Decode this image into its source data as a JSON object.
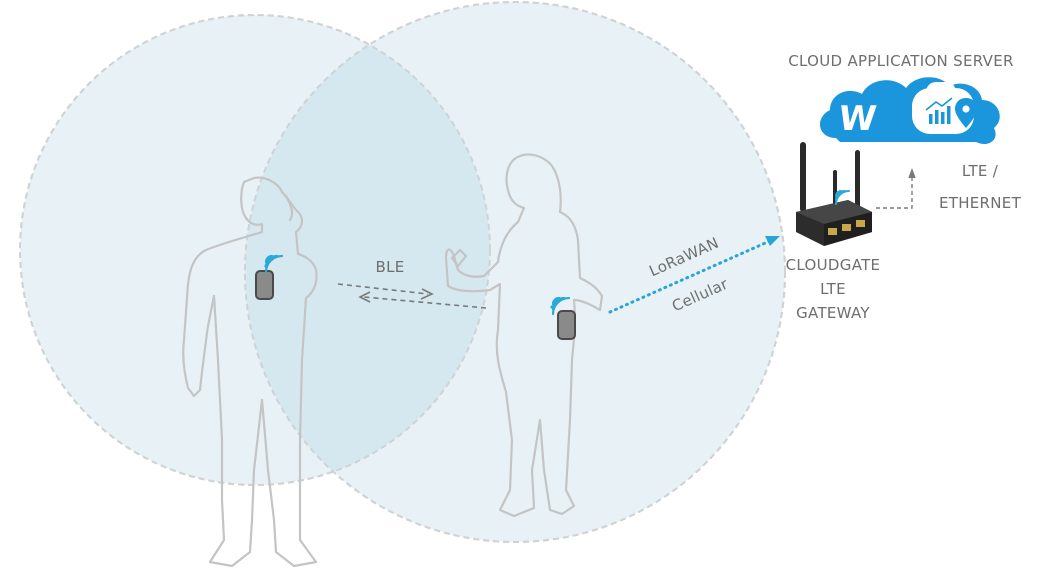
{
  "labels": {
    "cloud_server": "CLOUD APPLICATION SERVER",
    "lte_line1": "LTE /",
    "lte_line2": "ETHERNET",
    "gateway_line1": "CLOUDGATE",
    "gateway_line2": "LTE",
    "gateway_line3": "GATEWAY",
    "ble": "BLE",
    "lorawan": "LoRaWAN",
    "cellular": "Cellular"
  },
  "cloud": {
    "logo_letter": "W"
  },
  "colors": {
    "circle_fill": "#e8f2f6",
    "circle_overlap": "#d5e8ef",
    "circle_stroke": "#cfd3d5",
    "person_outline": "#c4c4c4",
    "wifi_signal": "#2aa8d8",
    "lora_link": "#2aa3d6",
    "ble_arrow": "#7a7a7a",
    "cloud_blue": "#1b95db",
    "router_body": "#2a2a2a",
    "text": "#6e6e6e"
  },
  "icons": [
    "person-left",
    "person-right",
    "tag-device-icon",
    "wifi-signal-icon",
    "cloud-icon",
    "chart-icon",
    "location-pin-icon",
    "router-icon"
  ]
}
